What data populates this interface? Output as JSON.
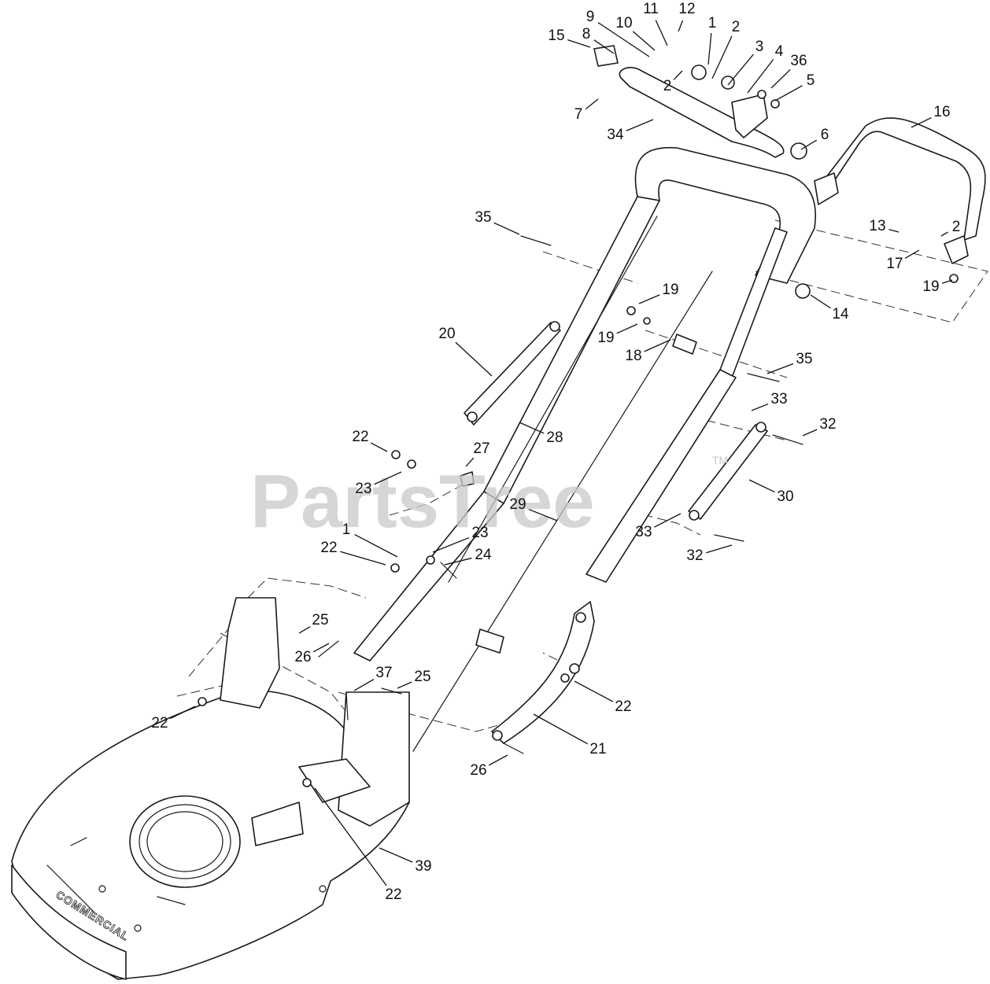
{
  "watermark": {
    "text": "PartsTree",
    "mark": "TM"
  },
  "deck_brand": "COMMERCIAL",
  "callouts": [
    {
      "label": "1"
    },
    {
      "label": "2"
    },
    {
      "label": "3"
    },
    {
      "label": "4"
    },
    {
      "label": "36"
    },
    {
      "label": "5"
    },
    {
      "label": "6"
    },
    {
      "label": "2"
    },
    {
      "label": "7"
    },
    {
      "label": "34"
    },
    {
      "label": "15"
    },
    {
      "label": "8"
    },
    {
      "label": "9"
    },
    {
      "label": "10"
    },
    {
      "label": "11"
    },
    {
      "label": "12"
    },
    {
      "label": "16"
    },
    {
      "label": "2"
    },
    {
      "label": "13"
    },
    {
      "label": "17"
    },
    {
      "label": "19"
    },
    {
      "label": "14"
    },
    {
      "label": "35"
    },
    {
      "label": "19"
    },
    {
      "label": "19"
    },
    {
      "label": "18"
    },
    {
      "label": "35"
    },
    {
      "label": "20"
    },
    {
      "label": "28"
    },
    {
      "label": "33"
    },
    {
      "label": "32"
    },
    {
      "label": "22"
    },
    {
      "label": "27"
    },
    {
      "label": "23"
    },
    {
      "label": "30"
    },
    {
      "label": "29"
    },
    {
      "label": "1"
    },
    {
      "label": "23"
    },
    {
      "label": "22"
    },
    {
      "label": "24"
    },
    {
      "label": "33"
    },
    {
      "label": "32"
    },
    {
      "label": "25"
    },
    {
      "label": "26"
    },
    {
      "label": "37"
    },
    {
      "label": "25"
    },
    {
      "label": "22"
    },
    {
      "label": "22"
    },
    {
      "label": "21"
    },
    {
      "label": "26"
    },
    {
      "label": "39"
    },
    {
      "label": "22"
    }
  ]
}
